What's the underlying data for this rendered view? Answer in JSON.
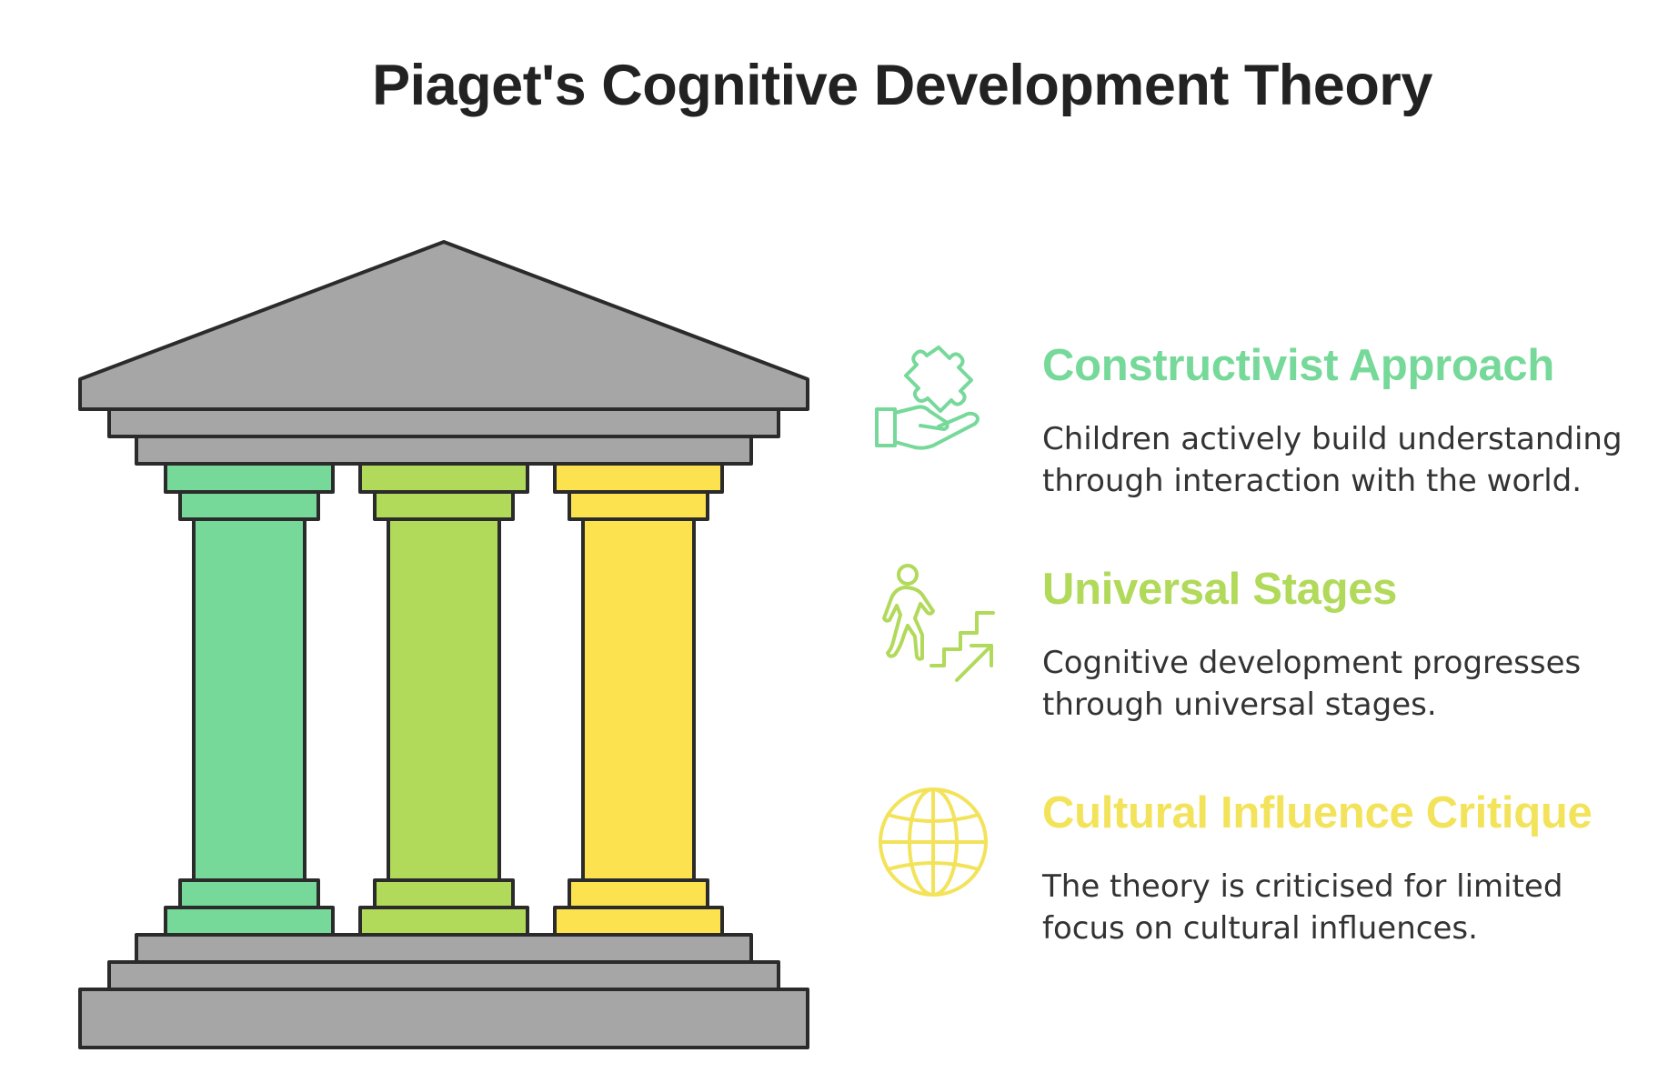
{
  "title": "Piaget's Cognitive Development Theory",
  "colors": {
    "roof": "#a6a6a6",
    "outline": "#2b2b2b",
    "pillar_green": "#76d99a",
    "pillar_lime": "#b1d95a",
    "pillar_yellow": "#fde24f",
    "title_green": "#76d99a",
    "title_lime": "#b1d95a",
    "title_yellow": "#f3e35a"
  },
  "items": [
    {
      "title": "Constructivist Approach",
      "description": "Children actively build understanding through interaction with the world.",
      "icon": "puzzle-hand-icon",
      "color": "#76d99a"
    },
    {
      "title": "Universal Stages",
      "description": "Cognitive development progresses through universal stages.",
      "icon": "stairs-climber-icon",
      "color": "#b1d95a"
    },
    {
      "title": "Cultural Influence Critique",
      "description": "The theory is criticised for limited focus on cultural influences.",
      "icon": "globe-icon",
      "color": "#f3e35a"
    }
  ]
}
